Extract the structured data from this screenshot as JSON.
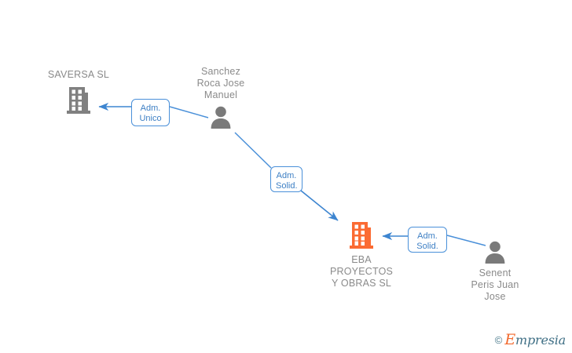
{
  "diagram": {
    "background_color": "#ffffff",
    "edge_color": "#4a90d9",
    "label_text_color": "#8a8a8a",
    "company_highlight_color": "#fb6b33",
    "company_default_color": "#808080",
    "person_color": "#7a7a7a",
    "nodes": [
      {
        "id": "saversa",
        "type": "company",
        "icon": "building-icon",
        "label": "SAVERSA SL",
        "highlight": false
      },
      {
        "id": "sanchez",
        "type": "person",
        "icon": "person-icon",
        "label": "Sanchez\nRoca Jose\nManuel"
      },
      {
        "id": "eba",
        "type": "company",
        "icon": "building-icon",
        "label": "EBA\nPROYECTOS\nY OBRAS  SL",
        "highlight": true
      },
      {
        "id": "senent",
        "type": "person",
        "icon": "person-icon",
        "label": "Senent\nPeris Juan\nJose"
      }
    ],
    "relations": [
      {
        "id": "rel-sanchez-saversa",
        "from": "sanchez",
        "to": "saversa",
        "label": "Adm.\nUnico"
      },
      {
        "id": "rel-sanchez-eba",
        "from": "sanchez",
        "to": "eba",
        "label": "Adm.\nSolid."
      },
      {
        "id": "rel-senent-eba",
        "from": "senent",
        "to": "eba",
        "label": "Adm.\nSolid."
      }
    ]
  },
  "watermark": {
    "copyright_symbol": "©",
    "brand_initial": "E",
    "brand_rest": "mpresia"
  }
}
